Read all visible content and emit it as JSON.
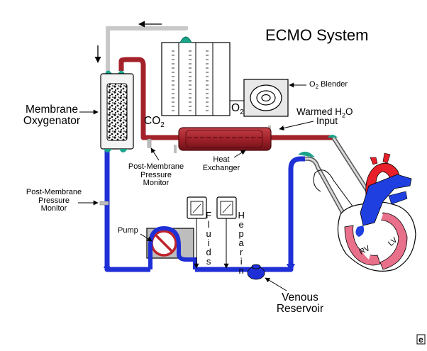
{
  "title": "ECMO System",
  "labels": {
    "membrane_oxygenator": [
      "Membrane",
      "Oxygenator"
    ],
    "co2": "CO",
    "co2_sub": "2",
    "o2": "O",
    "o2_sub": "2",
    "o2_blender_prefix": "O",
    "o2_blender_sub": "2",
    "o2_blender_suffix": " Blender",
    "warmed_h2o_prefix": "Warmed H",
    "warmed_h2o_sub": "2",
    "warmed_h2o_suffix": "O",
    "input": "Input",
    "post_membrane_monitor_upper": [
      "Post-Membrane",
      "Pressure",
      "Monitor"
    ],
    "post_membrane_monitor_lower": [
      "Post-Membrane",
      "Pressure",
      "Monitor"
    ],
    "heat_exchanger": [
      "Heat",
      "Exchanger"
    ],
    "pump": "Pump",
    "fluids": "Fluids",
    "heparin": "Heparin",
    "venous_reservoir": [
      "Venous",
      "Reservoir"
    ],
    "rv": "RV",
    "lv": "LV"
  },
  "colors": {
    "venous_blue": "#1f2fd6",
    "arterial_red": "#a3222a",
    "gas_gray": "#c8c8c8",
    "connector_teal": "#1aa48a",
    "heart_pink": "#e8708a",
    "heart_red": "#e8202a",
    "vein_blue": "#1f3fe0",
    "pump_gray": "#bdbdbd",
    "no_symbol_red": "#c0242a"
  },
  "icons": {
    "logo": "e-logo-icon"
  }
}
